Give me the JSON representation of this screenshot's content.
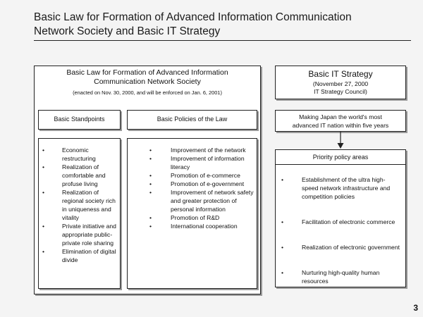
{
  "page": {
    "title_line1": "Basic Law for Formation of Advanced Information Communication",
    "title_line2": "Network Society and Basic IT Strategy",
    "page_number": "3"
  },
  "law": {
    "title_line1": "Basic Law for Formation of Advanced Information",
    "title_line2": "Communication Network Society",
    "note": "(enacted on Nov. 30, 2000, and will be enforced on Jan. 6, 2001)",
    "standpoints": {
      "header": "Basic Standpoints",
      "items": [
        "Economic restructuring",
        "Realization of comfortable and profuse living",
        "Realization of regional society rich in uniqueness and vitality",
        "Private initiative and appropriate public-private role sharing",
        "Elimination of digital divide"
      ]
    },
    "policies": {
      "header": "Basic Policies of the Law",
      "items": [
        "Improvement of the network",
        "Improvement of information literacy",
        "Promotion of e-commerce",
        "Promotion of e-government",
        "Improvement of network safety and greater protection of personal information",
        "Promotion of R&D",
        "International cooperation"
      ]
    }
  },
  "strategy": {
    "title": "Basic IT Strategy",
    "date_line1": "(November 27, 2000",
    "date_line2": "IT Strategy Council)",
    "goal_line1": "Making Japan the world's most",
    "goal_line2": "advanced IT nation within five years",
    "priority_header": "Priority policy areas",
    "priority_items": [
      "Establishment of the ultra high-speed network infrastructure and competition policies",
      "Facilitation of electronic commerce",
      "Realization of electronic government",
      "Nurturing high-quality human resources"
    ]
  },
  "bullet_char": "•"
}
